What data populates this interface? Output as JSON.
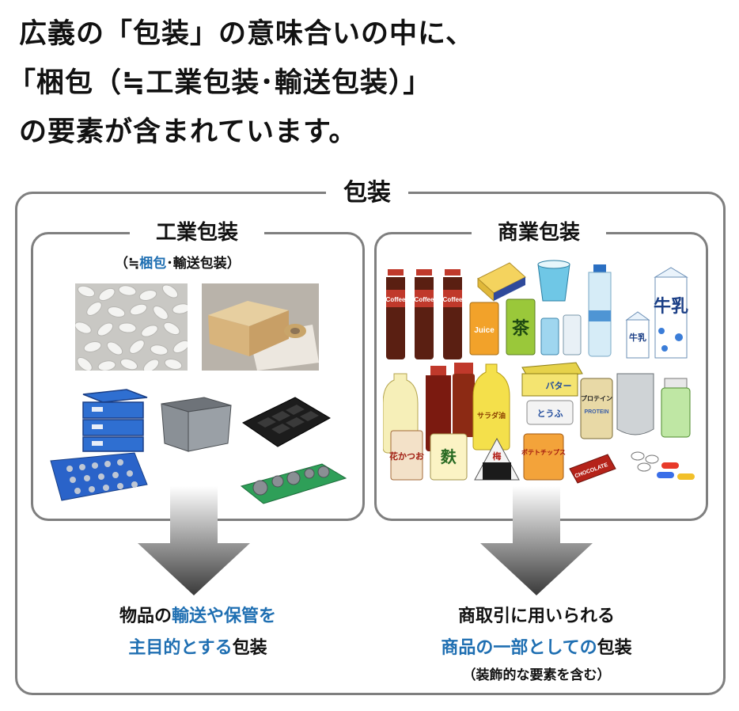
{
  "headline": {
    "line1": "広義の「包装」の意味合いの中に、",
    "line2": "「梱包（≒工業包装･輸送包装）」",
    "line3": "の要素が含まれています。"
  },
  "outer": {
    "title": "包装"
  },
  "industrial": {
    "title": "工業包装",
    "sub_open": "（≒",
    "sub_blue": "梱包",
    "sub_rest": "･輸送包装）",
    "caption_l1_a": "物品の",
    "caption_l1_b": "輸送や保管を",
    "caption_l2_a": "主目的とする",
    "caption_l2_b": "包装"
  },
  "commercial": {
    "title": "商業包装",
    "caption_l1": "商取引に用いられる",
    "caption_l2_a": "商品の一部としての",
    "caption_l2_b": "包装",
    "caption_l3": "（装飾的な要素を含む）"
  },
  "products": {
    "coffee_label": "Coffee",
    "juice_label": "Juice",
    "tea_label": "茶",
    "milk_label": "牛乳",
    "butter_label": "バター",
    "protein_label": "プロテイン",
    "protein_en": "PROTEIN",
    "tofu_label": "とうふ",
    "salad_label": "サラダ油",
    "katsuo_label": "花かつお",
    "fu_label": "麩",
    "onigiri_label": "梅",
    "chips_label": "ポテトチップス",
    "choco_label": "CHOCOLATE"
  },
  "colors": {
    "accent_blue": "#1f6fb2",
    "frame_gray": "#7f7f7f"
  }
}
